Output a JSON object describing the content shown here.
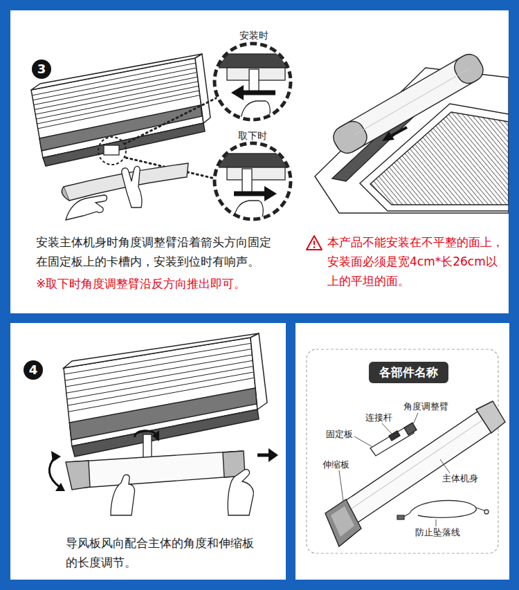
{
  "diagram": {
    "nodes": [
      {
        "text": [
          "安装主体机身时角度调整臂沿着箭头方向固定在固定板上的卡槽内，安装到位时有响声。",
          "※取下时角度调整臂沿反方向推出即可。",
          "本产品不能安装在不平整的面上，安装面必须是宽4cm*长26cm以上的平坦的面。"
        ]
      },
      {
        "text": [
          "3"
        ],
        "in": 0
      },
      {
        "text": [
          "导风板风向配合主体的角度和伸缩板的长度调节。"
        ]
      },
      {
        "text": [
          "4"
        ],
        "in": 2
      },
      {
        "text": [
          "各部件名称"
        ]
      }
    ],
    "labels": [
      "安装时",
      "取下时",
      "角度调整臂",
      "连接杆",
      "固定板",
      "伸缩板",
      "主体机身",
      "防止坠落线"
    ]
  }
}
